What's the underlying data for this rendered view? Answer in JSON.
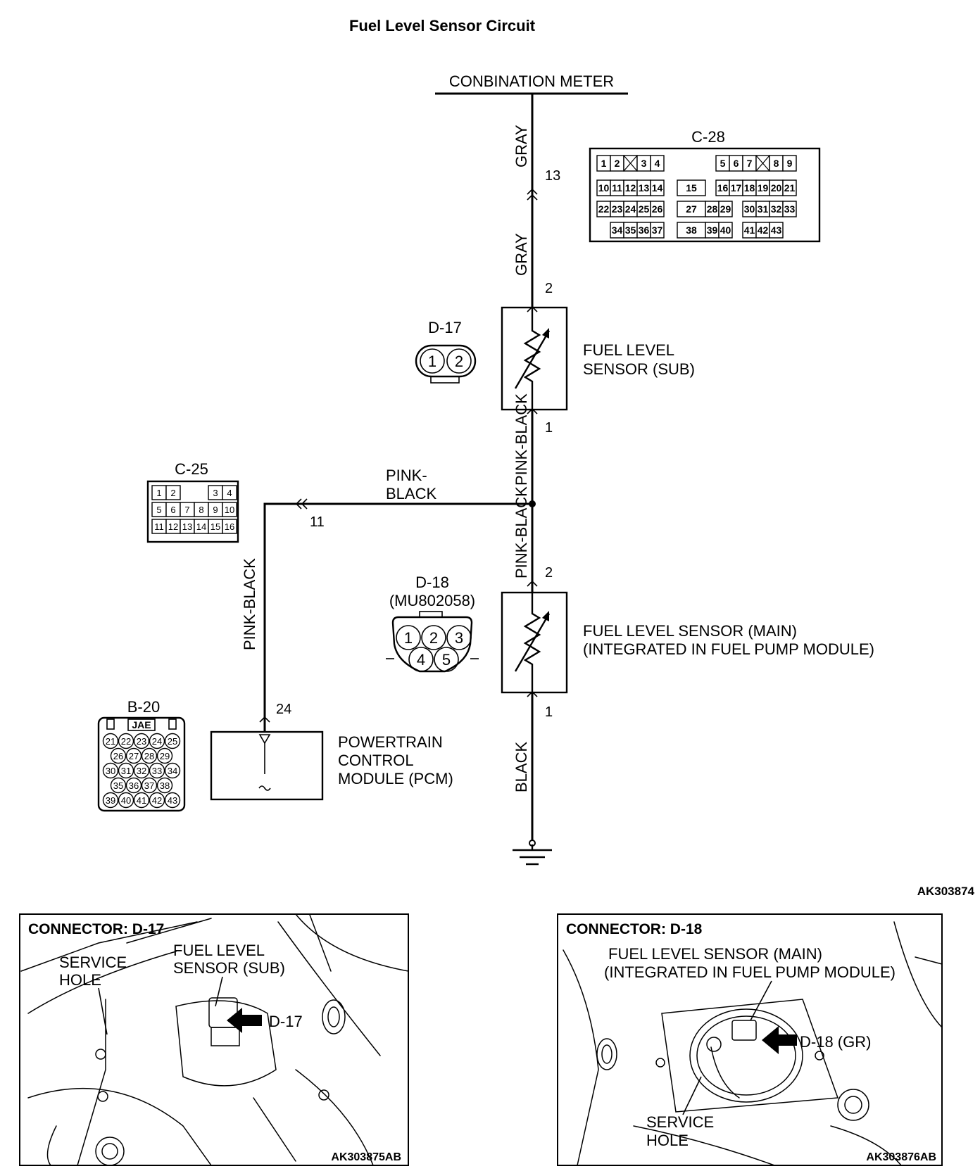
{
  "title": "Fuel Level Sensor Circuit",
  "combination_meter": "CONBINATION METER",
  "wires": {
    "gray_upper": "GRAY",
    "gray_lower": "GRAY",
    "pink_black_sub": "PINK-BLACK",
    "pink_black_main": "PINK-BLACK",
    "pink_black_branch_1": "PINK-",
    "pink_black_branch_2": "BLACK",
    "pink_black_pcm": "PINK-BLACK",
    "black": "BLACK"
  },
  "pins": {
    "meter": "13",
    "sub_top": "2",
    "sub_bottom": "1",
    "branch": "11",
    "main_top": "2",
    "main_bottom": "1",
    "pcm": "24"
  },
  "components": {
    "sub_sensor_1": "FUEL LEVEL",
    "sub_sensor_2": "SENSOR (SUB)",
    "main_sensor_1": "FUEL LEVEL SENSOR (MAIN)",
    "main_sensor_2": "(INTEGRATED IN FUEL PUMP MODULE)",
    "pcm_1": "POWERTRAIN",
    "pcm_2": "CONTROL",
    "pcm_3": "MODULE (PCM)"
  },
  "connectors": {
    "c28": {
      "name": "C-28",
      "rows": [
        [
          "1",
          "2",
          "",
          "3",
          "4",
          "5",
          "6",
          "7",
          "",
          "8",
          "9"
        ],
        [
          "10",
          "11",
          "12",
          "13",
          "14",
          "15",
          "16",
          "17",
          "18",
          "19",
          "20",
          "21"
        ],
        [
          "22",
          "23",
          "24",
          "25",
          "26",
          "27",
          "28",
          "29",
          "30",
          "31",
          "32",
          "33"
        ],
        [
          "34",
          "35",
          "36",
          "37",
          "38",
          "39",
          "40",
          "41",
          "42",
          "43"
        ]
      ]
    },
    "d17": {
      "name": "D-17",
      "pins": [
        "1",
        "2"
      ]
    },
    "c25": {
      "name": "C-25",
      "rows": [
        [
          "1",
          "2",
          "3",
          "4"
        ],
        [
          "5",
          "6",
          "7",
          "8",
          "9",
          "10"
        ],
        [
          "11",
          "12",
          "13",
          "14",
          "15",
          "16"
        ]
      ]
    },
    "d18": {
      "name": "D-18",
      "part": "(MU802058)",
      "pins": [
        "1",
        "2",
        "3",
        "4",
        "5"
      ]
    },
    "b20": {
      "name": "B-20",
      "brand": "JAE",
      "rows": [
        [
          "21",
          "22",
          "23",
          "24",
          "25"
        ],
        [
          "26",
          "27",
          "28",
          "29"
        ],
        [
          "30",
          "31",
          "32",
          "33",
          "34"
        ],
        [
          "35",
          "36",
          "37",
          "38"
        ],
        [
          "39",
          "40",
          "41",
          "42",
          "43"
        ]
      ]
    }
  },
  "figure_codes": {
    "main": "AK303874",
    "left": "AK303875AB",
    "right": "AK303876AB"
  },
  "photos": {
    "left": {
      "heading": "CONNECTOR: D-17",
      "label_hole_1": "SERVICE",
      "label_hole_2": "HOLE",
      "label_sensor_1": "FUEL LEVEL",
      "label_sensor_2": "SENSOR (SUB)",
      "label_connector": "D-17"
    },
    "right": {
      "heading": "CONNECTOR: D-18",
      "label_sensor_1": "FUEL LEVEL SENSOR (MAIN)",
      "label_sensor_2": "(INTEGRATED IN FUEL  PUMP MODULE)",
      "label_connector": "D-18 (GR)",
      "label_hole_1": "SERVICE",
      "label_hole_2": "HOLE"
    }
  }
}
